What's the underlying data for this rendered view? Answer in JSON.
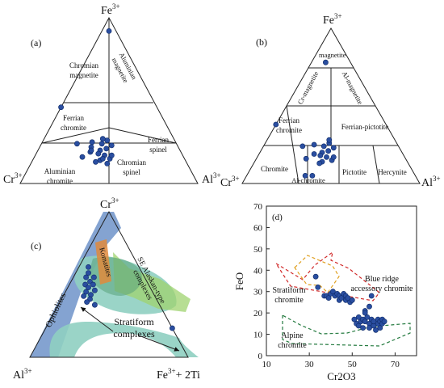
{
  "panels": {
    "a": {
      "label": "(a)",
      "vertices": {
        "top_base": "Fe",
        "top_sup": "3+",
        "left_base": "Cr",
        "left_sup": "3+",
        "right_base": "Al",
        "right_sup": "3+"
      },
      "fields": [
        "Chromian magnetite",
        "Aluminian magnetite",
        "Ferrian chromite",
        "Ferrian spinel",
        "Aluminian chromite",
        "Chromian spinel"
      ]
    },
    "b": {
      "label": "(b)",
      "vertices": {
        "top_base": "Fe",
        "top_sup": "3+",
        "left_base": "Cr",
        "left_sup": "3+",
        "right_base": "Al",
        "right_sup": "3+"
      },
      "fields": [
        "magnetite",
        "Cr-magnetite",
        "Al-magnetite",
        "Ferrian chromite",
        "Ferrian-pictotite",
        "Chromite",
        "Al-chromite",
        "Pictotite",
        "Hercynite"
      ]
    },
    "c": {
      "label": "(c)",
      "vertices": {
        "top_base": "Cr",
        "top_sup": "3+",
        "left_base": "Al",
        "left_sup": "3+",
        "right_base": "Fe",
        "right_sup": "3+",
        "right_suffix": "+ 2Ti"
      },
      "fields": [
        "Ophiolites",
        "Komatites",
        "SE Alaskan-type complexes",
        "Stratiform complexes"
      ]
    },
    "d": {
      "label": "(d)",
      "fields": [
        "Stratiform chromite",
        "Blue ridge accessory chromite",
        "Alpine chromite"
      ]
    }
  },
  "chart_data": [
    {
      "id": "a",
      "type": "scatter",
      "axes": [
        "Fe3+",
        "Cr3+",
        "Al3+"
      ],
      "points": [
        {
          "fe": 0.92,
          "cr": 0.04,
          "al": 0.04
        },
        {
          "fe": 0.46,
          "cr": 0.54,
          "al": 0.0
        },
        {
          "fe": 0.24,
          "cr": 0.56,
          "al": 0.2
        },
        {
          "fe": 0.25,
          "cr": 0.47,
          "al": 0.28
        },
        {
          "fe": 0.16,
          "cr": 0.57,
          "al": 0.27
        },
        {
          "fe": 0.19,
          "cr": 0.51,
          "al": 0.3
        },
        {
          "fe": 0.2,
          "cr": 0.45,
          "al": 0.35
        },
        {
          "fe": 0.21,
          "cr": 0.41,
          "al": 0.38
        },
        {
          "fe": 0.17,
          "cr": 0.44,
          "al": 0.39
        },
        {
          "fe": 0.14,
          "cr": 0.48,
          "al": 0.38
        },
        {
          "fe": 0.13,
          "cr": 0.51,
          "al": 0.36
        },
        {
          "fe": 0.24,
          "cr": 0.42,
          "al": 0.34
        },
        {
          "fe": 0.26,
          "cr": 0.38,
          "al": 0.36
        },
        {
          "fe": 0.15,
          "cr": 0.42,
          "al": 0.43
        },
        {
          "fe": 0.18,
          "cr": 0.47,
          "al": 0.35
        },
        {
          "fe": 0.22,
          "cr": 0.49,
          "al": 0.29
        },
        {
          "fe": 0.17,
          "cr": 0.4,
          "al": 0.43
        },
        {
          "fe": 0.15,
          "cr": 0.46,
          "al": 0.39
        },
        {
          "fe": 0.12,
          "cr": 0.45,
          "al": 0.43
        },
        {
          "fe": 0.23,
          "cr": 0.37,
          "al": 0.4
        },
        {
          "fe": 0.2,
          "cr": 0.5,
          "al": 0.3
        },
        {
          "fe": 0.27,
          "cr": 0.4,
          "al": 0.33
        }
      ]
    },
    {
      "id": "b",
      "type": "scatter",
      "axes": [
        "Fe3+",
        "Cr3+",
        "Al3+"
      ],
      "points": [
        {
          "fe": 0.78,
          "cr": 0.14,
          "al": 0.08
        },
        {
          "fe": 0.38,
          "cr": 0.62,
          "al": 0.0
        },
        {
          "fe": 0.24,
          "cr": 0.54,
          "al": 0.22
        },
        {
          "fe": 0.25,
          "cr": 0.47,
          "al": 0.28
        },
        {
          "fe": 0.16,
          "cr": 0.56,
          "al": 0.28
        },
        {
          "fe": 0.19,
          "cr": 0.5,
          "al": 0.31
        },
        {
          "fe": 0.2,
          "cr": 0.45,
          "al": 0.35
        },
        {
          "fe": 0.21,
          "cr": 0.41,
          "al": 0.38
        },
        {
          "fe": 0.17,
          "cr": 0.44,
          "al": 0.39
        },
        {
          "fe": 0.14,
          "cr": 0.48,
          "al": 0.38
        },
        {
          "fe": 0.13,
          "cr": 0.5,
          "al": 0.37
        },
        {
          "fe": 0.24,
          "cr": 0.42,
          "al": 0.34
        },
        {
          "fe": 0.26,
          "cr": 0.38,
          "al": 0.36
        },
        {
          "fe": 0.15,
          "cr": 0.42,
          "al": 0.43
        },
        {
          "fe": 0.18,
          "cr": 0.47,
          "al": 0.35
        },
        {
          "fe": 0.17,
          "cr": 0.4,
          "al": 0.43
        },
        {
          "fe": 0.05,
          "cr": 0.62,
          "al": 0.33
        },
        {
          "fe": 0.05,
          "cr": 0.58,
          "al": 0.37
        },
        {
          "fe": 0.23,
          "cr": 0.37,
          "al": 0.4
        },
        {
          "fe": 0.28,
          "cr": 0.37,
          "al": 0.35
        }
      ]
    },
    {
      "id": "c",
      "type": "scatter",
      "axes": [
        "Cr3+",
        "Al3+",
        "Fe3+ + 2Ti"
      ],
      "points": [
        {
          "cr": 0.62,
          "al": 0.32,
          "fe": 0.06
        },
        {
          "cr": 0.58,
          "al": 0.34,
          "fe": 0.08
        },
        {
          "cr": 0.55,
          "al": 0.37,
          "fe": 0.08
        },
        {
          "cr": 0.52,
          "al": 0.36,
          "fe": 0.12
        },
        {
          "cr": 0.5,
          "al": 0.4,
          "fe": 0.1
        },
        {
          "cr": 0.48,
          "al": 0.39,
          "fe": 0.13
        },
        {
          "cr": 0.45,
          "al": 0.42,
          "fe": 0.13
        },
        {
          "cr": 0.43,
          "al": 0.4,
          "fe": 0.17
        },
        {
          "cr": 0.42,
          "al": 0.45,
          "fe": 0.13
        },
        {
          "cr": 0.4,
          "al": 0.42,
          "fe": 0.18
        },
        {
          "cr": 0.38,
          "al": 0.45,
          "fe": 0.17
        },
        {
          "cr": 0.36,
          "al": 0.41,
          "fe": 0.23
        },
        {
          "cr": 0.5,
          "al": 0.35,
          "fe": 0.15
        },
        {
          "cr": 0.46,
          "al": 0.36,
          "fe": 0.18
        },
        {
          "cr": 0.55,
          "al": 0.32,
          "fe": 0.13
        },
        {
          "cr": 0.2,
          "al": 0.0,
          "fe": 0.8
        }
      ]
    },
    {
      "id": "d",
      "type": "scatter",
      "xlabel": "Cr2O3",
      "ylabel": "FeO",
      "xlim": [
        10,
        80
      ],
      "ylim": [
        0,
        70
      ],
      "xticks": [
        10,
        30,
        50,
        70
      ],
      "yticks": [
        0,
        10,
        20,
        30,
        40,
        50,
        60,
        70
      ],
      "points": [
        [
          33,
          37
        ],
        [
          34,
          32
        ],
        [
          37,
          28
        ],
        [
          38,
          28
        ],
        [
          39,
          27
        ],
        [
          40,
          29
        ],
        [
          41,
          30
        ],
        [
          42,
          28
        ],
        [
          43,
          29
        ],
        [
          44,
          28
        ],
        [
          44,
          26
        ],
        [
          45,
          27
        ],
        [
          46,
          29
        ],
        [
          47,
          28
        ],
        [
          47,
          26
        ],
        [
          48,
          27
        ],
        [
          49,
          25
        ],
        [
          50,
          26
        ],
        [
          51,
          17
        ],
        [
          52,
          15
        ],
        [
          53,
          18
        ],
        [
          53,
          14
        ],
        [
          54,
          16
        ],
        [
          55,
          17
        ],
        [
          55,
          13
        ],
        [
          56,
          16
        ],
        [
          57,
          18
        ],
        [
          58,
          15
        ],
        [
          58,
          13
        ],
        [
          59,
          17
        ],
        [
          60,
          14
        ],
        [
          60,
          16
        ],
        [
          61,
          12
        ],
        [
          62,
          15
        ],
        [
          62,
          17
        ],
        [
          63,
          13
        ],
        [
          63,
          16
        ],
        [
          64,
          15
        ],
        [
          64,
          17
        ],
        [
          65,
          16
        ],
        [
          56,
          21
        ],
        [
          58,
          23
        ],
        [
          59,
          28
        ],
        [
          56,
          20
        ]
      ]
    }
  ]
}
